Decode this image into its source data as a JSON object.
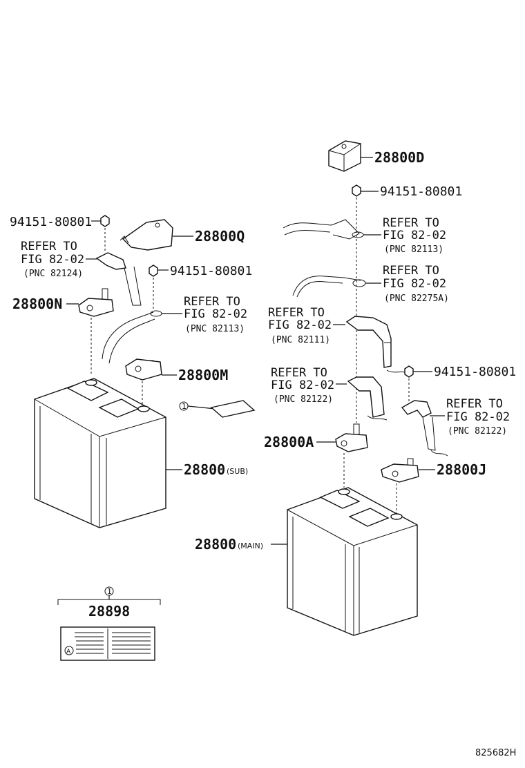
{
  "labels": {
    "bracket_28800D": "28800D",
    "nut_top": "94151-80801",
    "ref_a_1": "REFER TO",
    "ref_a_2": "FIG 82-02",
    "ref_a_3": "(PNC 82113)",
    "ref_b_1": "REFER TO",
    "ref_b_2": "FIG 82-02",
    "ref_b_3": "(PNC 82275A)",
    "ref_c_1": "REFER TO",
    "ref_c_2": "FIG 82-02",
    "ref_c_3": "(PNC 82111)",
    "ref_d_1": "REFER TO",
    "ref_d_2": "FIG 82-02",
    "ref_d_3": "(PNC 82122)",
    "nut_right": "94151-80801",
    "ref_e_1": "REFER TO",
    "ref_e_2": "FIG 82-02",
    "ref_e_3": "(PNC 82122)",
    "clamp_28800A": "28800A",
    "clamp_28800J": "28800J",
    "battery_main": "28800",
    "battery_main_tag": "(MAIN)",
    "nut_left": "94151-80801",
    "ref_f_1": "REFER TO",
    "ref_f_2": "FIG 82-02",
    "ref_f_3": "(PNC 82124)",
    "cover_28800Q": "28800Q",
    "nut_mid": "94151-80801",
    "clamp_28800N": "28800N",
    "ref_g_1": "REFER TO",
    "ref_g_2": "FIG 82-02",
    "ref_g_3": "(PNC 82113)",
    "clamp_28800M": "28800M",
    "callout_1": "1",
    "battery_sub": "28800",
    "battery_sub_tag": "(SUB)",
    "label_box_callout": "1",
    "label_box_part": "28898",
    "label_sticker_icon": "A",
    "figure_code": "825682H"
  }
}
